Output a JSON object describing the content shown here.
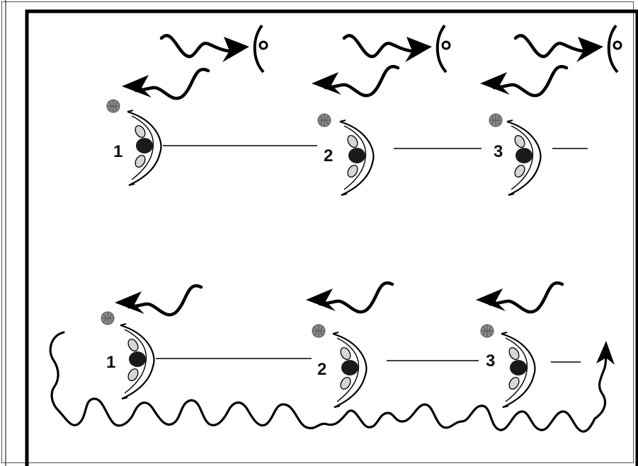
{
  "diagram": {
    "colors": {
      "ink": "#000000",
      "ball": "#8a8a8a",
      "frame": "#000000"
    },
    "rows": [
      {
        "players": [
          {
            "number": "1",
            "has_ball": true
          },
          {
            "number": "2",
            "has_ball": true
          },
          {
            "number": "3",
            "has_ball": true
          }
        ],
        "pass_arrows": 3,
        "dribble_arrows": 3
      },
      {
        "players": [
          {
            "number": "1",
            "has_ball": true
          },
          {
            "number": "2",
            "has_ball": true
          },
          {
            "number": "3",
            "has_ball": true
          }
        ],
        "pass_arrows": 0,
        "dribble_arrows": 3,
        "perimeter_path": true
      }
    ]
  }
}
